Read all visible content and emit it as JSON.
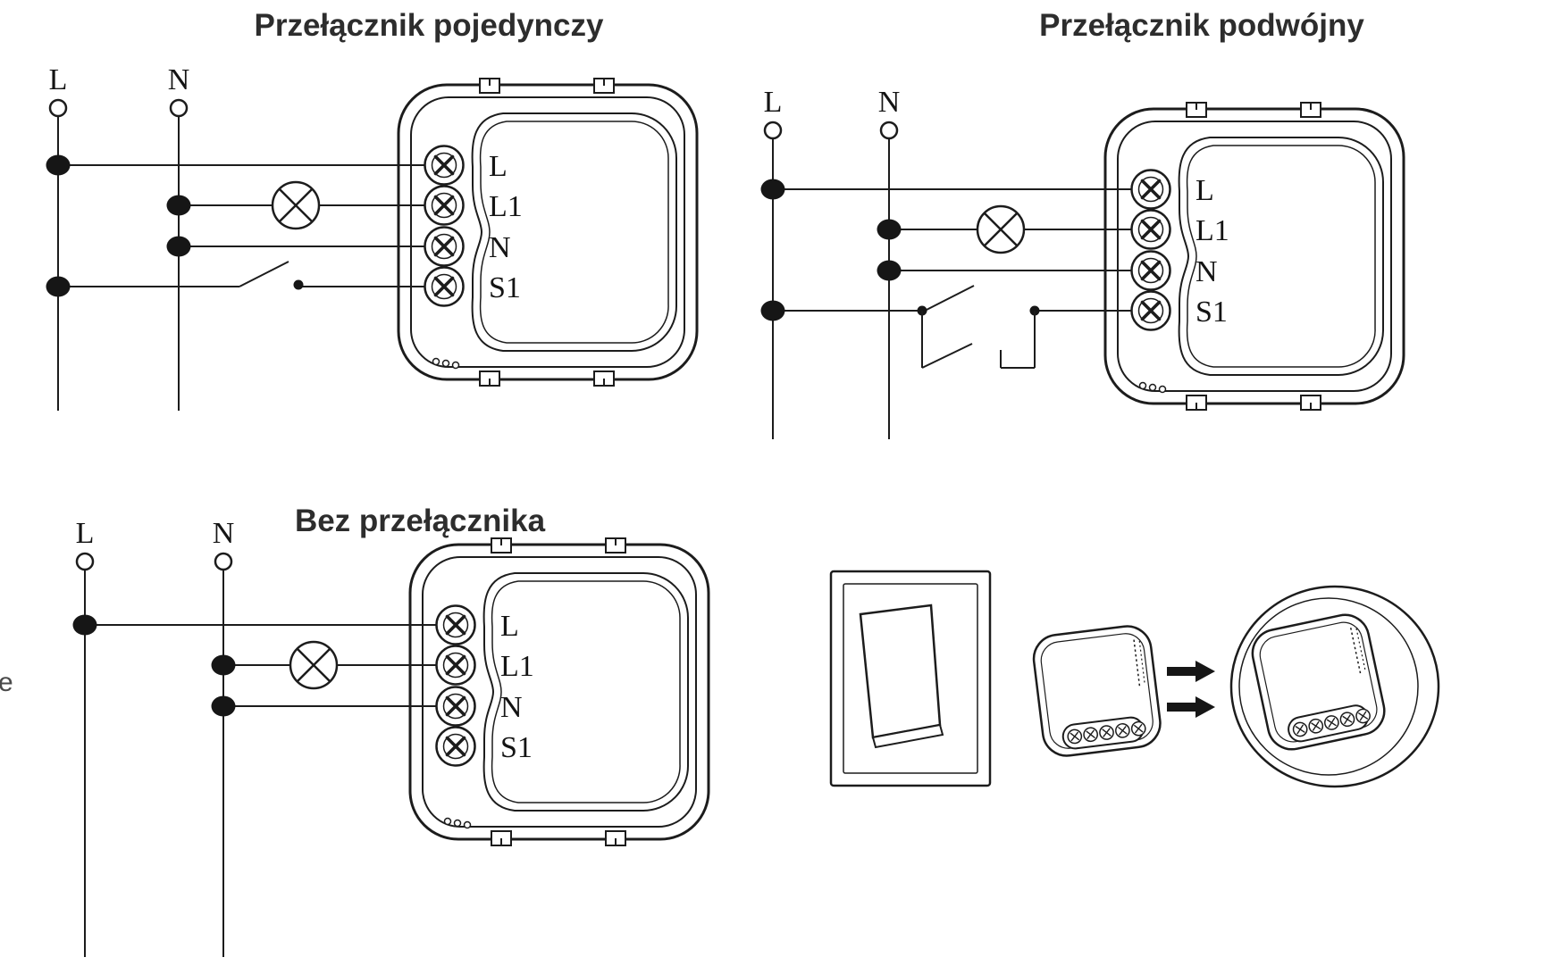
{
  "sheet": {
    "background_color": "#ffffff",
    "line_color": "#1c1c1c"
  },
  "diagrams": {
    "single_switch": {
      "title": "Przełącznik pojedynczy",
      "supply_labels": {
        "live": "L",
        "neutral": "N"
      },
      "terminals": [
        "L",
        "L1",
        "N",
        "S1"
      ]
    },
    "double_switch": {
      "title": "Przełącznik podwójny",
      "supply_labels": {
        "live": "L",
        "neutral": "N"
      },
      "terminals": [
        "L",
        "L1",
        "N",
        "S1"
      ]
    },
    "no_switch": {
      "title": "Bez przełącznika",
      "supply_labels": {
        "live": "L",
        "neutral": "N"
      },
      "terminals": [
        "L",
        "L1",
        "N",
        "S1"
      ]
    }
  },
  "artifacts": {
    "left_edge_cropped_text": "e"
  }
}
